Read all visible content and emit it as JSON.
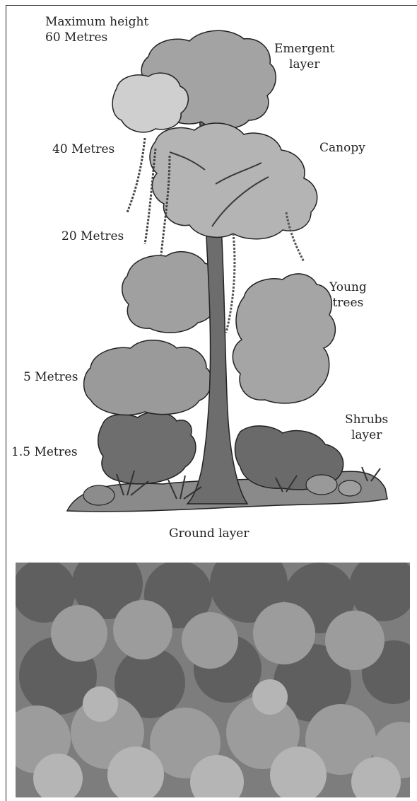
{
  "labels": {
    "max_height": "Maximum height\n60 Metres",
    "emergent": "Emergent\nlayer",
    "canopy": "Canopy",
    "m40": "40 Metres",
    "m20": "20 Metres",
    "young_trees": "Young\ntrees",
    "m5": "5 Metres",
    "shrubs": "Shrubs\nlayer",
    "m1_5": "1.5 Metres",
    "ground": "Ground layer"
  },
  "colors": {
    "ink": "#222222",
    "foliage_light": "#c9c9c9",
    "foliage_mid": "#a8a8a8",
    "foliage_dark": "#7c7c7c",
    "trunk": "#6d6d6d",
    "ground": "#858585",
    "photo_dark": "#5f5f5f",
    "photo_light": "#b3b3b3"
  }
}
